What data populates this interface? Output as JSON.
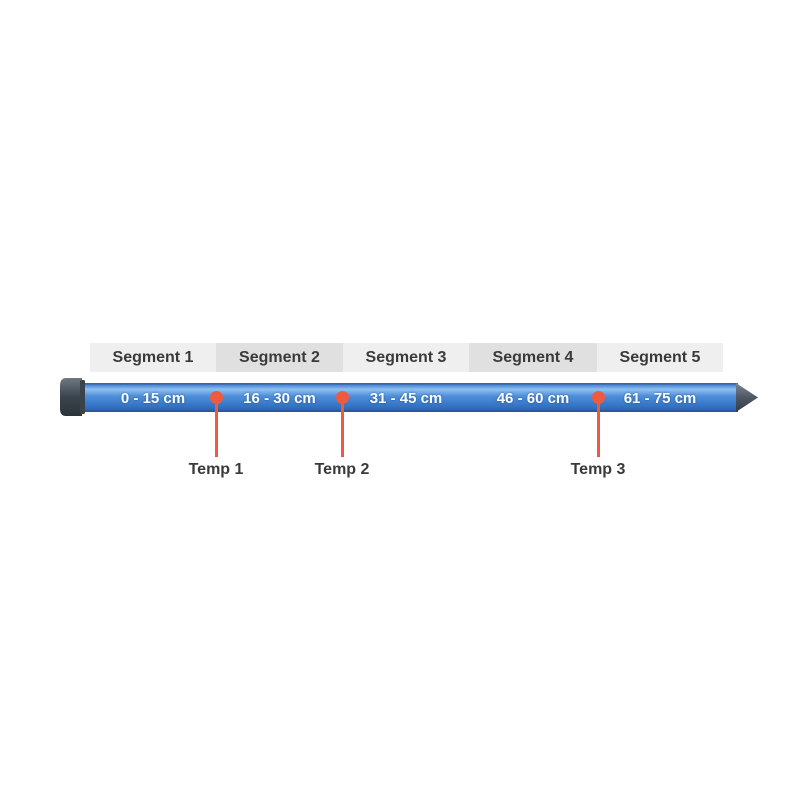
{
  "segments": [
    {
      "name": "Segment 1",
      "range": "0 - 15 cm"
    },
    {
      "name": "Segment 2",
      "range": "16 - 30 cm"
    },
    {
      "name": "Segment 3",
      "range": "31 - 45 cm"
    },
    {
      "name": "Segment 4",
      "range": "46 - 60 cm"
    },
    {
      "name": "Segment 5",
      "range": "61 - 75 cm"
    }
  ],
  "sensors": [
    {
      "label": "Temp 1"
    },
    {
      "label": "Temp 2"
    },
    {
      "label": "Temp 3"
    }
  ],
  "colors": {
    "probe": "#3f7fd0",
    "probe_highlight": "#8ec0f2",
    "cap": "#4a5560",
    "tip": "#5b6470",
    "sensor": "#ef5a3f",
    "header_light": "#efefef",
    "header_dark": "#e0e0e0"
  }
}
